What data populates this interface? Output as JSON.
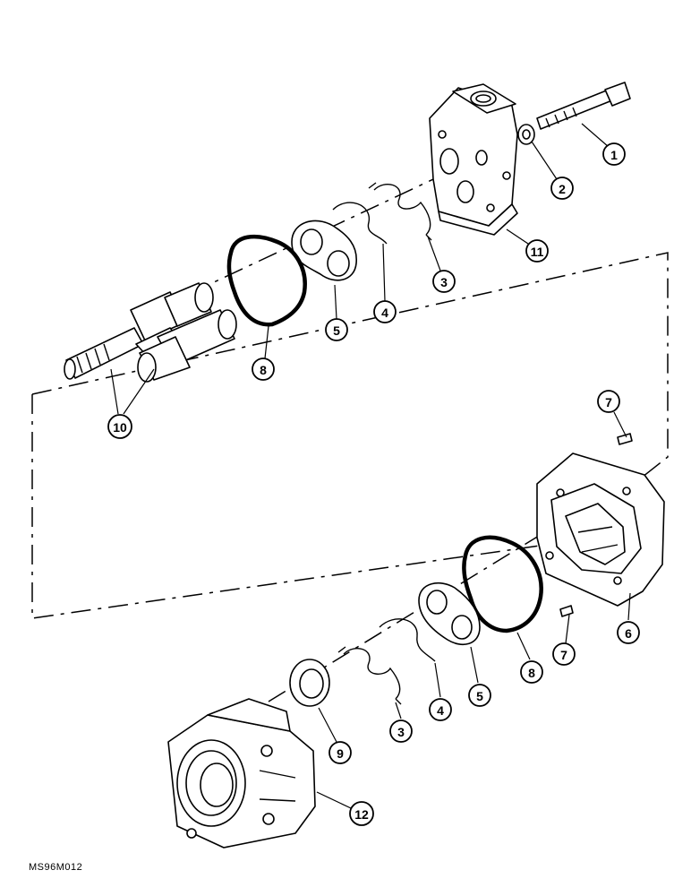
{
  "figure_code": "MS96M012",
  "callouts": {
    "c1": "1",
    "c2": "2",
    "c3a": "3",
    "c4a": "4",
    "c5a": "5",
    "c8a": "8",
    "c10": "10",
    "c11": "11",
    "c7a": "7",
    "c6": "6",
    "c7b": "7",
    "c8b": "8",
    "c5b": "5",
    "c4b": "4",
    "c3b": "3",
    "c9": "9",
    "c12": "12"
  }
}
